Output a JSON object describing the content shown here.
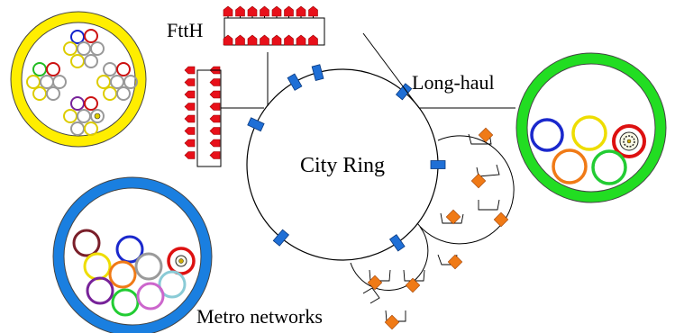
{
  "labels": {
    "ftth": "FttH",
    "long_haul": "Long-haul",
    "city_ring": "City Ring",
    "metro": "Metro networks"
  },
  "colors": {
    "line": "#000000",
    "node_blue": "#1f6fd6",
    "orange_node": "#f07a16",
    "house_red": "#e8101a",
    "cable_yellow": "#ffee00",
    "cable_green": "#22dd22",
    "cable_blue": "#1a7fe0"
  },
  "icons": {
    "house": "house-icon",
    "ring_node": "ring-node-icon",
    "access_node": "diamond-node-icon",
    "fiber_bundle": "fiber-bundle-icon"
  }
}
